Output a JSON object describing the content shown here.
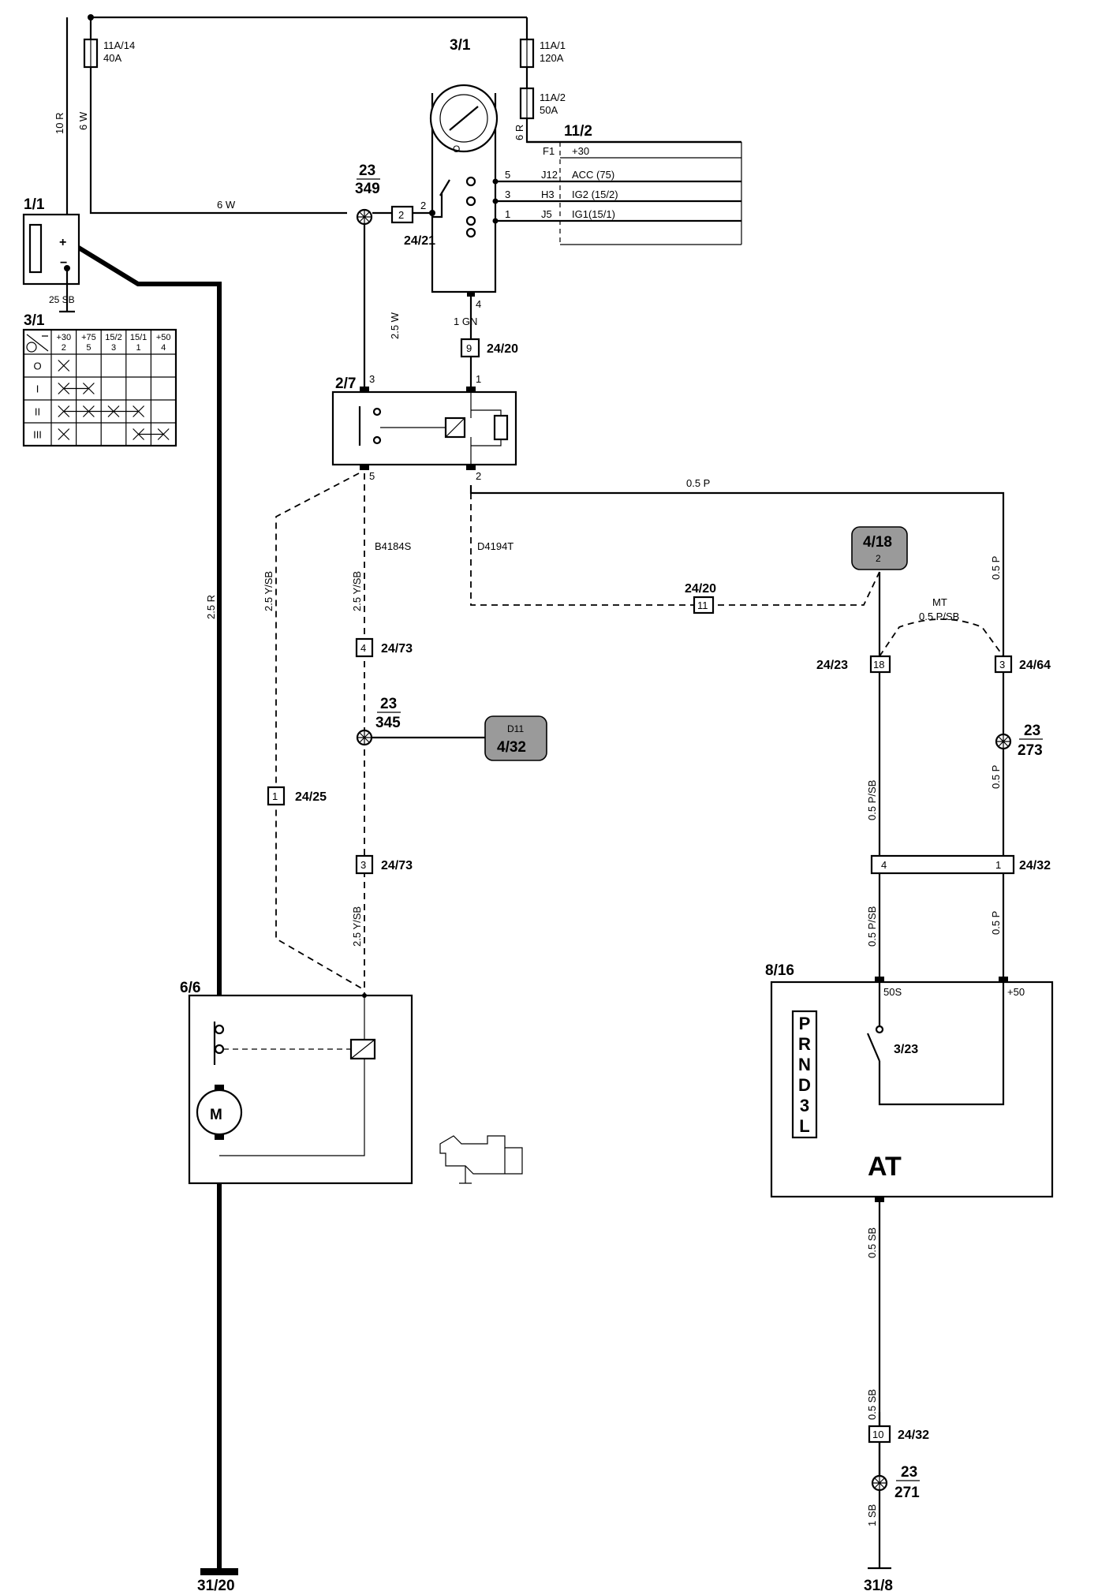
{
  "fuses": [
    {
      "id": "11A/14",
      "rating": "40A"
    },
    {
      "id": "11A/1",
      "rating": "120A"
    },
    {
      "id": "11A/2",
      "rating": "50A"
    }
  ],
  "components": {
    "battery": "1/1",
    "ignition_switch": "3/1",
    "switch_table_ref": "3/1",
    "relay": "2/7",
    "starter": "6/6",
    "transmission": "8/16",
    "gear_switch": "3/23",
    "fuse_box": "11/2",
    "at_label": "AT",
    "motor_label": "M",
    "gear_letters": [
      "P",
      "R",
      "N",
      "D",
      "3",
      "L"
    ]
  },
  "wires": {
    "w10r": "10 R",
    "w6w_top": "6 W",
    "w6w_mid": "6 W",
    "w6r": "6 R",
    "w25sb": "25  SB",
    "w25w": "2.5 W",
    "w1gn": "1 GN",
    "w25r": "2.5 R",
    "w25ysb_a": "2.5 Y/SB",
    "w25ysb_b": "2.5 Y/SB",
    "w25ysb_c": "2.5 Y/SB",
    "w05p_h": "0.5 P",
    "w05p_v1": "0.5 P",
    "w05p_v2": "0.5 P",
    "w05p_v3": "0.5 P",
    "w05psb_mt": "0.5 P/SB",
    "w05psb_v1": "0.5 P/SB",
    "w05psb_v2": "0.5 P/SB",
    "w05sb_a": "0.5 SB",
    "w05sb_b": "0.5 SB",
    "w1sb": "1 SB",
    "mt": "MT",
    "b4184s": "B4184S",
    "d4194t": "D4194T"
  },
  "fusebox_lines": [
    {
      "pin": "F1",
      "label": "+30"
    },
    {
      "pin": "J12",
      "label": "ACC (75)",
      "terminal": "5"
    },
    {
      "pin": "H3",
      "label": "IG2 (15/2)",
      "terminal": "3"
    },
    {
      "pin": "J5",
      "label": "IG1(15/1)",
      "terminal": "1"
    }
  ],
  "terminals": {
    "sw_2": "2",
    "sw_4": "4",
    "relay_1": "1",
    "relay_2": "2",
    "relay_3": "3",
    "relay_5": "5",
    "at_50s": "50S",
    "at_plus50": "+50",
    "c2432_4": "4",
    "c2432_1": "1"
  },
  "connectors": [
    {
      "pin": "2",
      "ref": "24/21"
    },
    {
      "pin": "9",
      "ref": "24/20"
    },
    {
      "pin": "4",
      "ref": "24/73"
    },
    {
      "pin": "3",
      "ref": "24/73"
    },
    {
      "pin": "1",
      "ref": "24/25"
    },
    {
      "pin": "11",
      "ref": "24/20"
    },
    {
      "pin": "18",
      "ref": "24/23"
    },
    {
      "pin": "3",
      "ref": "24/64"
    },
    {
      "pin": "10",
      "ref": "24/32"
    },
    {
      "ref": "24/32"
    }
  ],
  "splices": [
    {
      "top": "23",
      "bottom": "349"
    },
    {
      "top": "23",
      "bottom": "345"
    },
    {
      "top": "23",
      "bottom": "273"
    },
    {
      "top": "23",
      "bottom": "271"
    }
  ],
  "refs": {
    "r418_top": "4/18",
    "r418_pin": "2",
    "r432_top": "D11",
    "r432_bottom": "4/32"
  },
  "grounds": [
    "31/20",
    "31/8"
  ],
  "switch_table": {
    "headers": [
      "+30",
      "+75",
      "15/2",
      "15/1",
      "+50"
    ],
    "pins": [
      "2",
      "5",
      "3",
      "1",
      "4"
    ],
    "rows": [
      "O",
      "I",
      "II",
      "III"
    ],
    "active": [
      [
        true,
        false,
        false,
        false,
        false
      ],
      [
        true,
        true,
        false,
        false,
        false
      ],
      [
        true,
        true,
        true,
        true,
        false
      ],
      [
        true,
        false,
        false,
        true,
        true
      ]
    ]
  }
}
